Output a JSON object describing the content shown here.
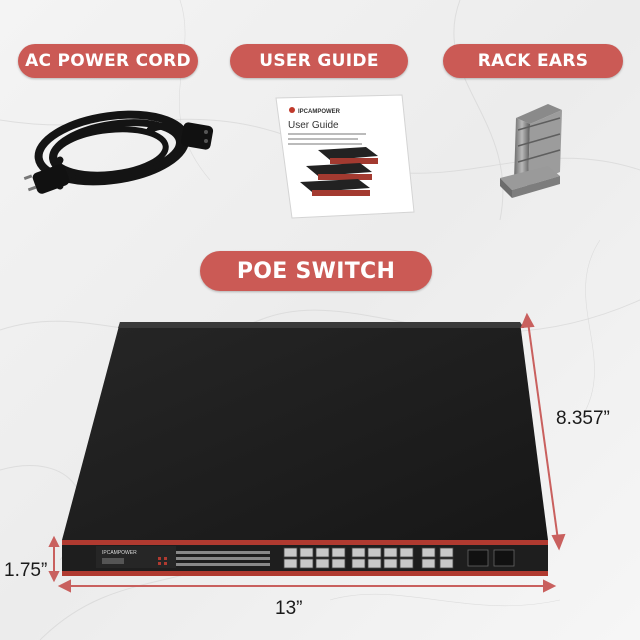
{
  "labels": {
    "ac_power_cord": "AC POWER CORD",
    "user_guide": "USER GUIDE",
    "rack_ears": "RACK EARS",
    "poe_switch": "POE SWITCH"
  },
  "dimensions": {
    "height": "8.357”",
    "depth": "1.75”",
    "width": "13”"
  },
  "manual": {
    "brand": "IPCAMPOWER",
    "title": "User Guide"
  },
  "switch": {
    "brand": "IPCAMPOWER"
  },
  "colors": {
    "pill": "#cb5a55",
    "accent": "#b03a30",
    "arrow": "#c9605e",
    "switch_body": "#1e1e1e"
  },
  "icons": [
    "power-cord-icon",
    "user-guide-icon",
    "rack-ears-icon",
    "poe-switch-icon"
  ]
}
